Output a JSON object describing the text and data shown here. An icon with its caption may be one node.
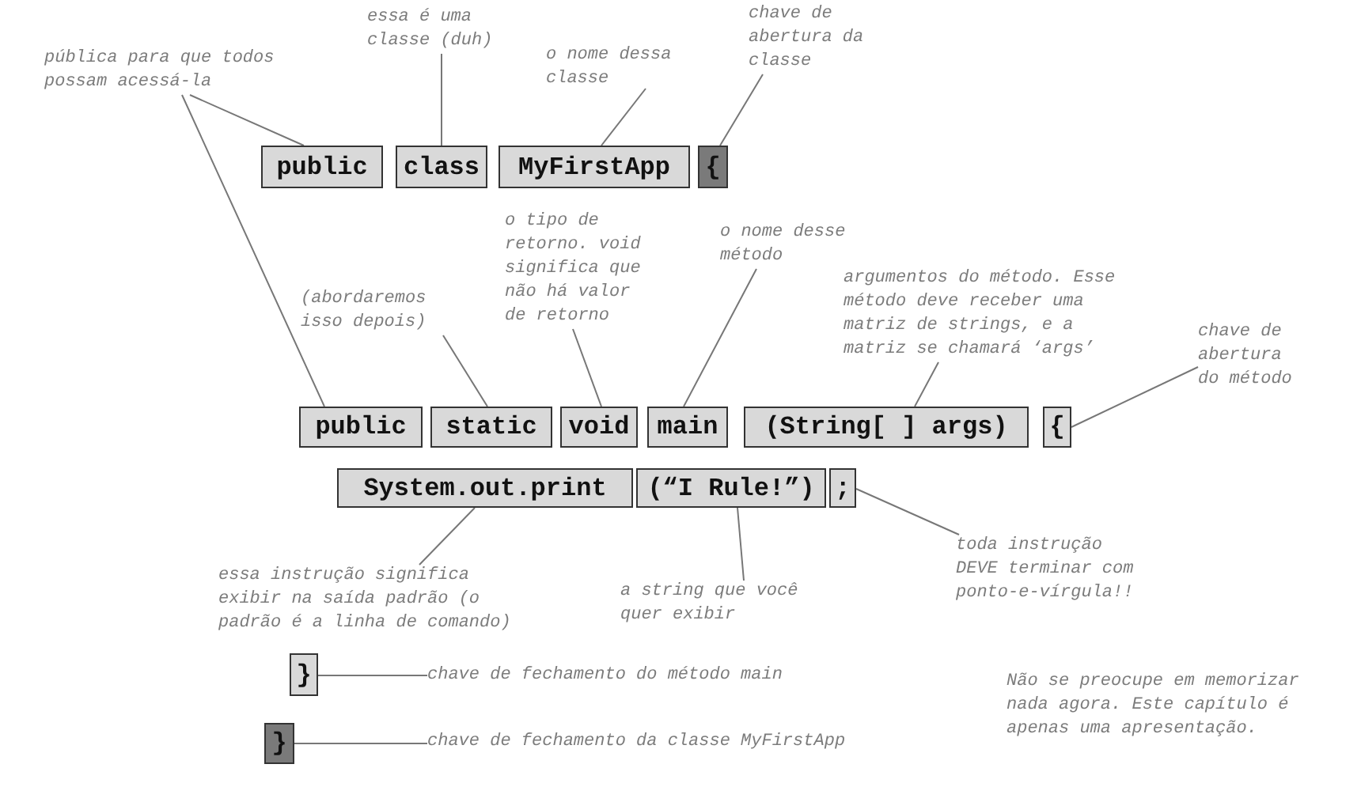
{
  "diagram": {
    "nodes": [
      {
        "text": [
          "public"
        ]
      },
      {
        "text": [
          "class"
        ]
      },
      {
        "text": [
          "MyFirstApp"
        ]
      },
      {
        "text": [
          "{"
        ]
      },
      {
        "text": [
          "public"
        ]
      },
      {
        "text": [
          "static"
        ]
      },
      {
        "text": [
          "void"
        ]
      },
      {
        "text": [
          "main"
        ]
      },
      {
        "text": [
          "(String[ ] args)"
        ]
      },
      {
        "text": [
          "{"
        ]
      },
      {
        "text": [
          "System.out.print"
        ]
      },
      {
        "text": [
          "(“I Rule!”)"
        ]
      },
      {
        "text": [
          ";"
        ]
      },
      {
        "text": [
          "}"
        ]
      },
      {
        "text": [
          "}"
        ]
      },
      {
        "text": [
          "pública para que todos possam acessá-la"
        ]
      },
      {
        "text": [
          "essa é uma classe (duh)"
        ]
      },
      {
        "text": [
          "o nome dessa classe"
        ]
      },
      {
        "text": [
          "chave de abertura da classe"
        ]
      },
      {
        "text": [
          "(abordaremos isso depois)"
        ]
      },
      {
        "text": [
          "o tipo de retorno. void significa que não há valor de retorno"
        ]
      },
      {
        "text": [
          "o nome desse método"
        ]
      },
      {
        "text": [
          "argumentos do método. Esse método deve receber uma matriz de strings, e a matriz se chamará ‘args’"
        ]
      },
      {
        "text": [
          "chave de abertura do método"
        ]
      },
      {
        "text": [
          "essa instrução significa exibir na saída padrão (o padrão é a linha de comando)"
        ]
      },
      {
        "text": [
          "a string que você quer exibir"
        ]
      },
      {
        "text": [
          "toda instrução DEVE terminar com ponto-e-vírgula!!"
        ]
      },
      {
        "text": [
          "chave de fechamento do método main"
        ]
      },
      {
        "text": [
          "chave de fechamento da classe MyFirstApp"
        ]
      }
    ],
    "edges": [
      {
        "from": 15,
        "to": 0,
        "arrow": "none"
      },
      {
        "from": 15,
        "to": 4,
        "arrow": "none"
      },
      {
        "from": 16,
        "to": 1,
        "arrow": "none"
      },
      {
        "from": 17,
        "to": 2,
        "arrow": "none"
      },
      {
        "from": 18,
        "to": 3,
        "arrow": "none"
      },
      {
        "from": 19,
        "to": 5,
        "arrow": "none"
      },
      {
        "from": 20,
        "to": 6,
        "arrow": "none"
      },
      {
        "from": 21,
        "to": 7,
        "arrow": "none"
      },
      {
        "from": 22,
        "to": 8,
        "arrow": "none"
      },
      {
        "from": 23,
        "to": 9,
        "arrow": "none"
      },
      {
        "from": 24,
        "to": 10,
        "arrow": "none"
      },
      {
        "from": 25,
        "to": 11,
        "arrow": "none"
      },
      {
        "from": 26,
        "to": 12,
        "arrow": "none"
      },
      {
        "from": 27,
        "to": 13,
        "arrow": "none"
      },
      {
        "from": 28,
        "to": 14,
        "arrow": "none"
      }
    ],
    "labels": [
      "Não se preocupe em memorizar nada agora. Este capítulo é apenas uma apresentação."
    ]
  }
}
